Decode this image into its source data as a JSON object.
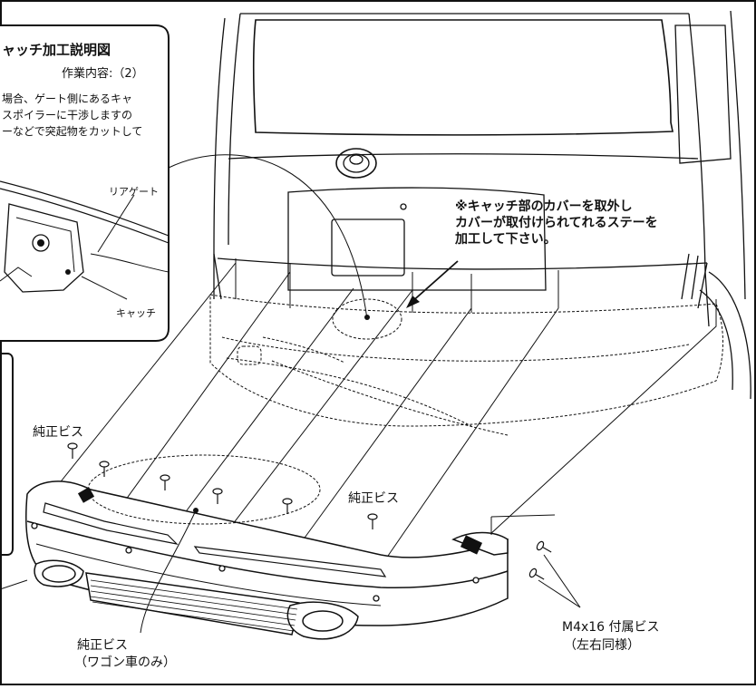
{
  "inset": {
    "title": "ャッチ加工説明図",
    "subtitle": "作業内容:（2）",
    "body_lines": [
      "場合、ゲート側にあるキャ",
      "スポイラーに干渉しますの",
      "ーなどで突起物をカットして"
    ],
    "label_rear_gate": "リアゲート",
    "label_catch": "キャッチ"
  },
  "note_lines": [
    "※キャッチ部のカバーを取外し",
    "カバーが取付けられてれるステーを",
    "加工して下さい。"
  ],
  "labels": {
    "genuine_screw_left": "純正ビス",
    "genuine_screw_center": "純正ビス",
    "genuine_screw_bottom": "純正ビス",
    "wagon_only": "（ワゴン車のみ）",
    "m4_screw": "M4x16 付属ビス",
    "both_sides": "（左右同様）"
  }
}
